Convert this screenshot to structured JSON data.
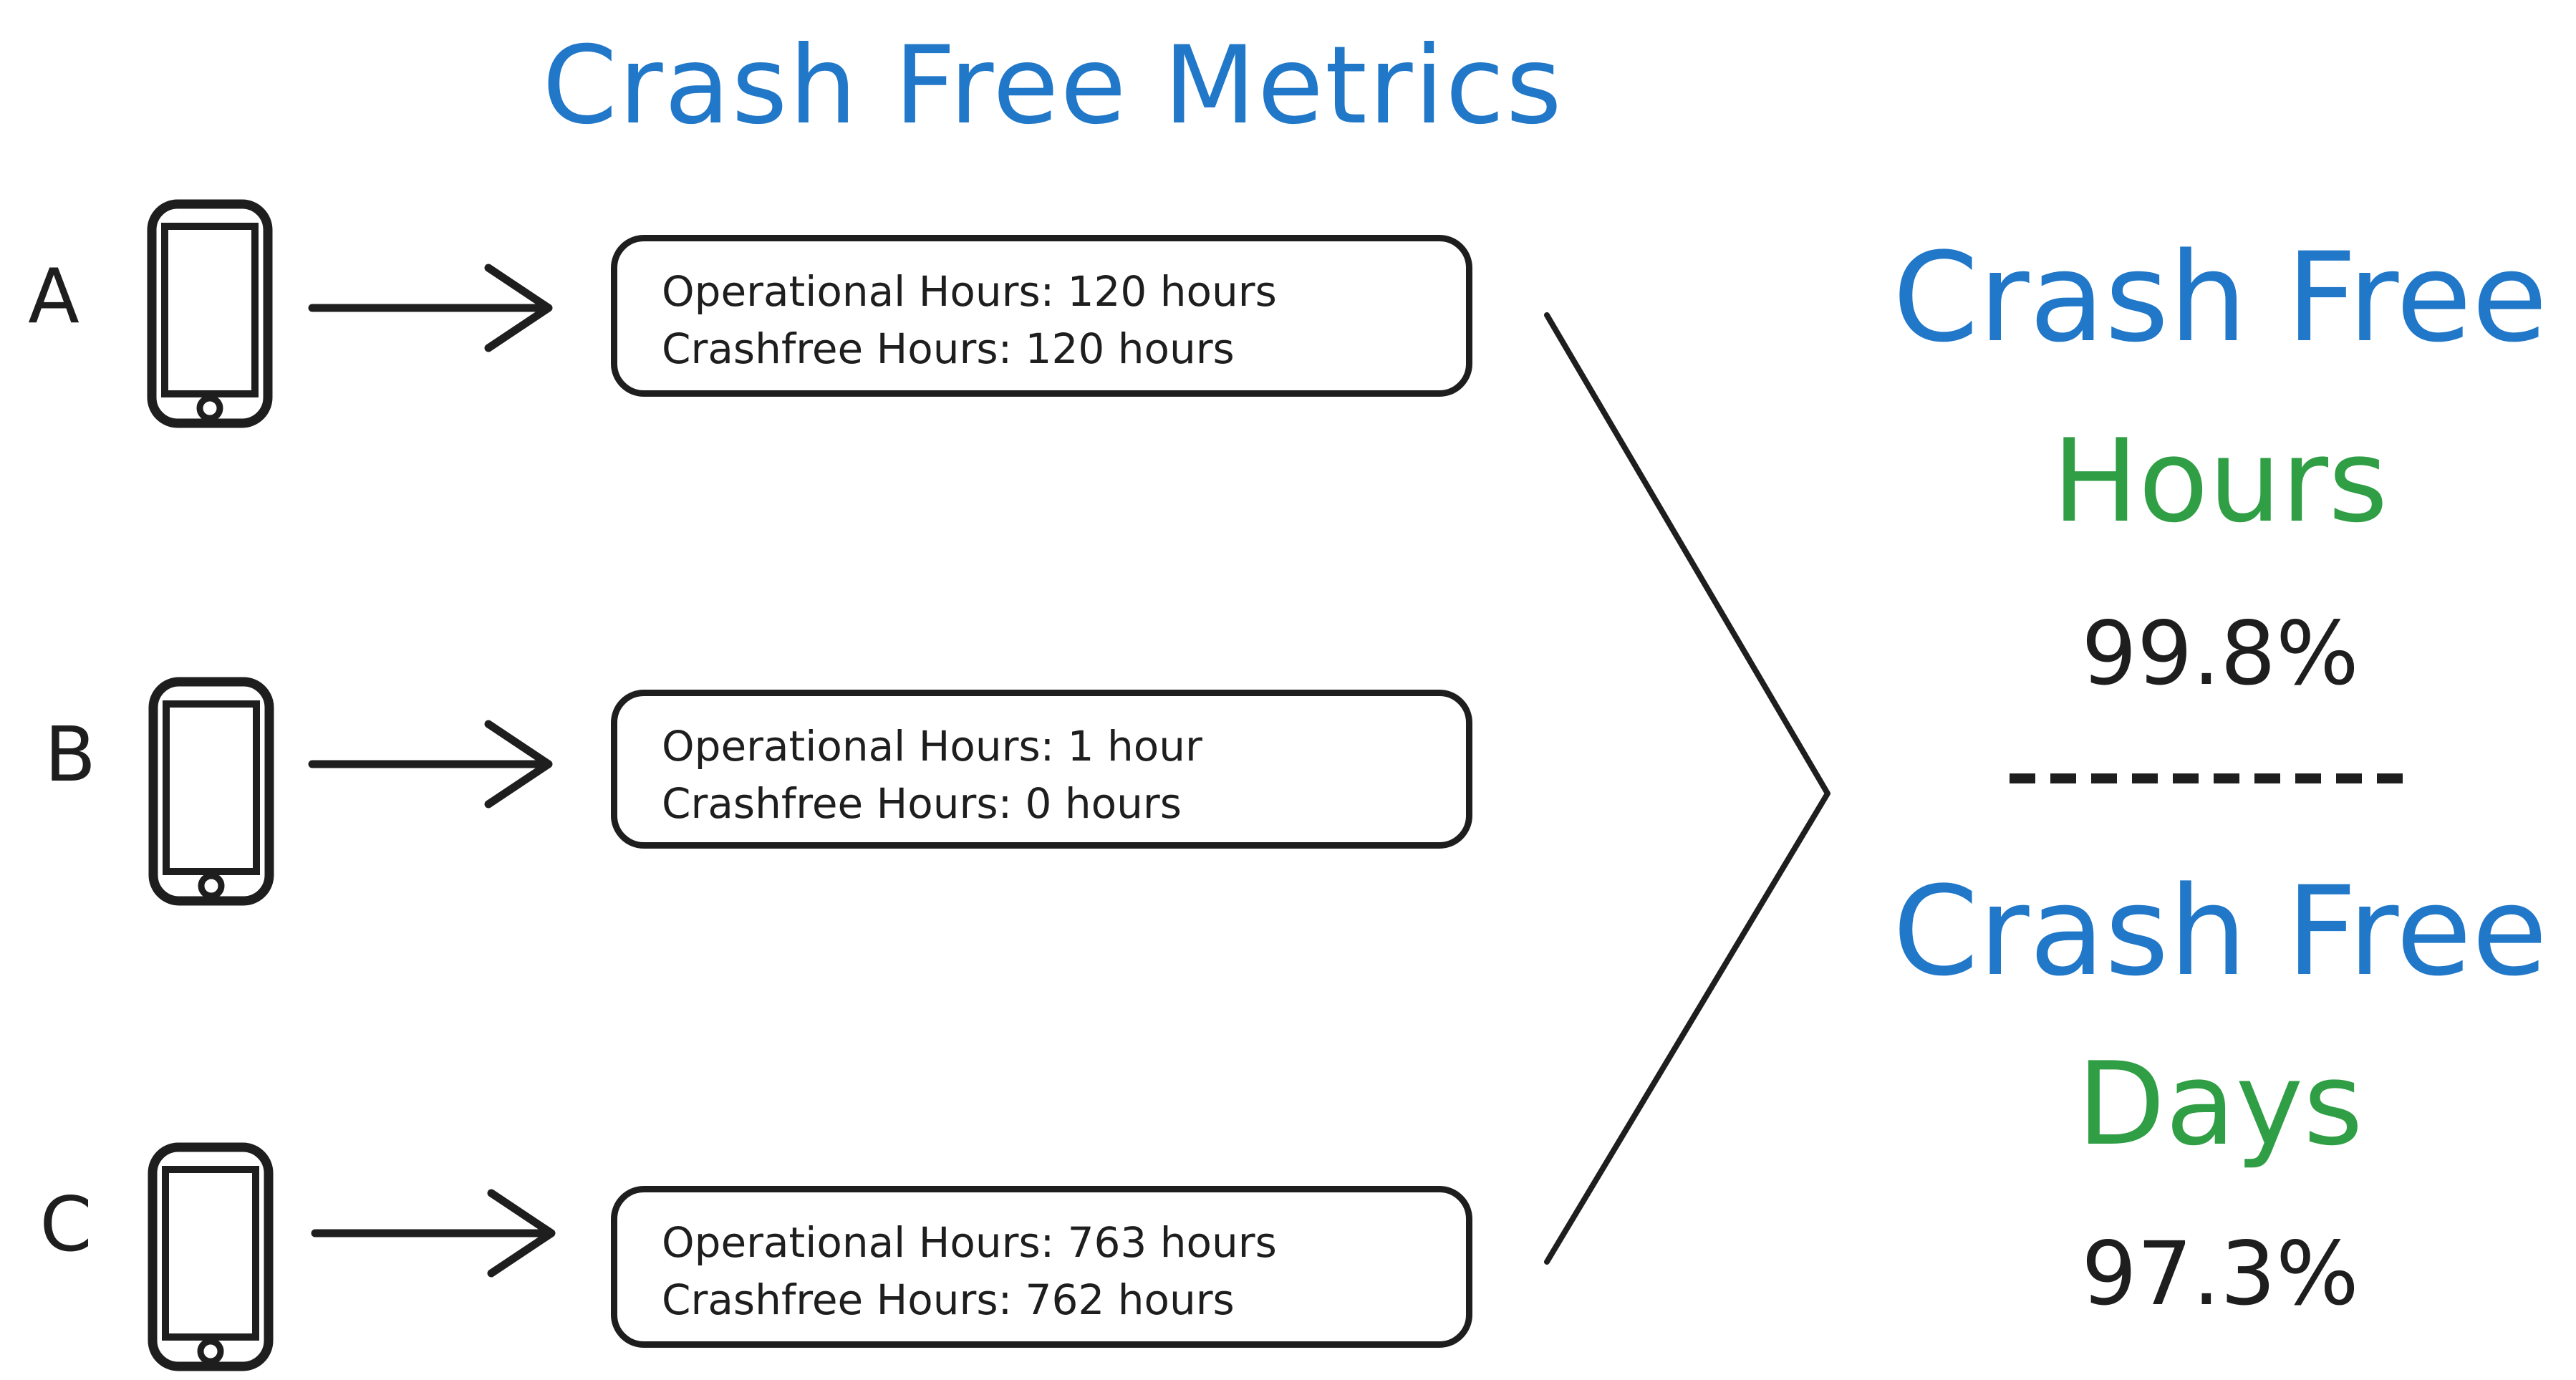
{
  "title": "Crash Free Metrics",
  "devices": [
    {
      "label": "A",
      "info": {
        "line1": "Operational Hours: 120 hours",
        "line2": "Crashfree Hours: 120 hours"
      }
    },
    {
      "label": "B",
      "info": {
        "line1": "Operational Hours: 1 hour",
        "line2": "Crashfree Hours: 0 hours"
      }
    },
    {
      "label": "C",
      "info": {
        "line1": "Operational Hours: 763 hours",
        "line2": "Crashfree Hours: 762 hours"
      }
    }
  ],
  "metrics": {
    "hours": {
      "label_top": "Crash Free",
      "label_bottom": "Hours",
      "value": "99.8%"
    },
    "days": {
      "label_top": "Crash Free",
      "label_bottom": "Days",
      "value": "97.3%"
    }
  },
  "colors": {
    "blue": "#2177c8",
    "green": "#2f9e44",
    "ink": "#1e1e1e",
    "background": "#ffffff"
  }
}
